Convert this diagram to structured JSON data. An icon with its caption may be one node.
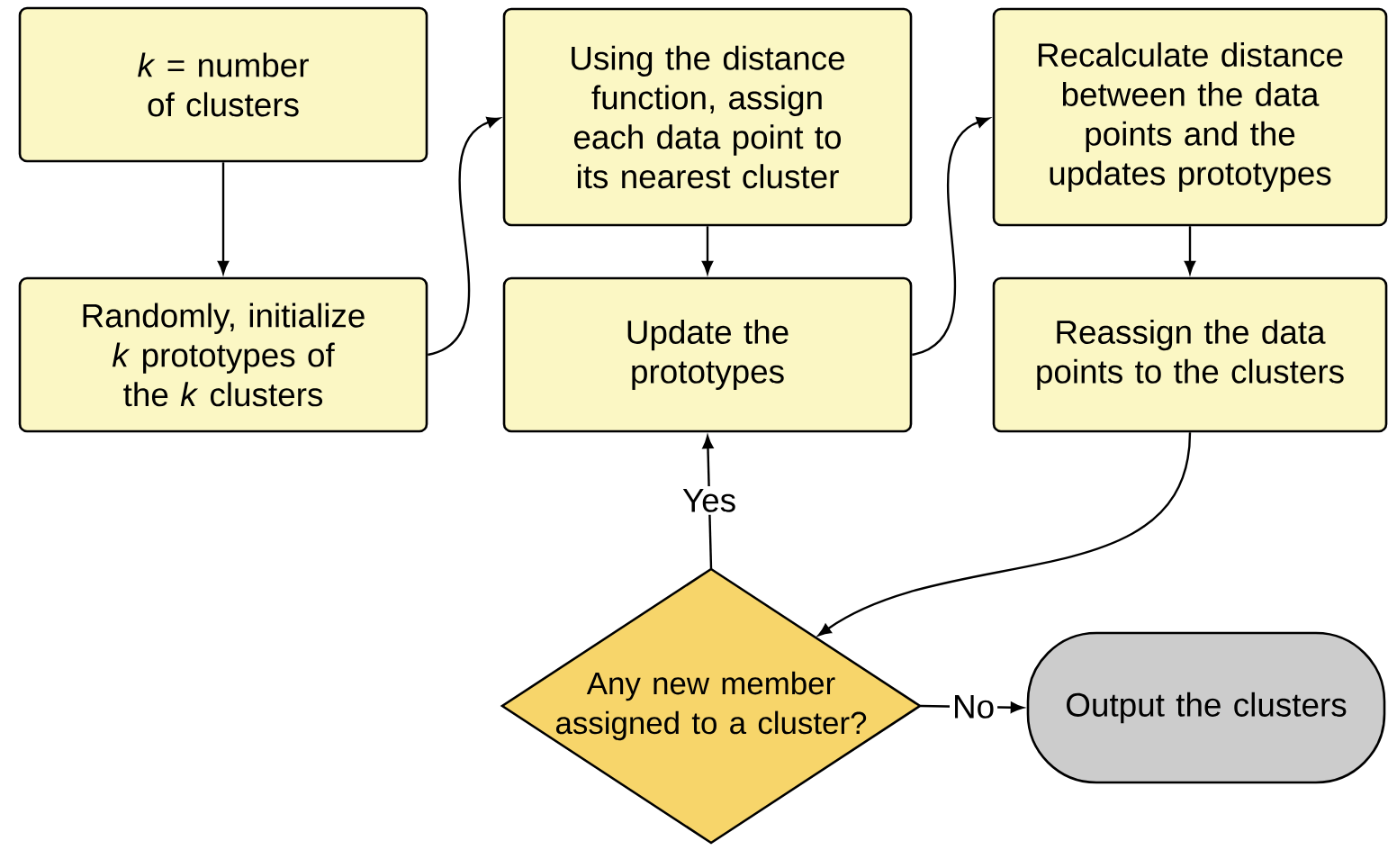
{
  "diagram": {
    "nodes": [
      {
        "text": [
          "*k* = number of clusters"
        ]
      },
      {
        "text": [
          "Randomly, initialize *k* prototypes of the *k* clusters"
        ]
      },
      {
        "text": [
          "Using the distance function, assign each data point to its nearest cluster"
        ]
      },
      {
        "text": [
          "Update the prototypes"
        ]
      },
      {
        "text": [
          "Recalculate distance between the data points and the updates prototypes"
        ]
      },
      {
        "text": [
          "Reassign the data points to the clusters"
        ]
      },
      {
        "text": [
          "Any new member assigned to a cluster?"
        ]
      },
      {
        "text": [
          "Output the clusters"
        ]
      }
    ],
    "edges": [
      {
        "from": 0,
        "to": 1,
        "arrow": "to"
      },
      {
        "from": 1,
        "to": 2,
        "arrow": "to"
      },
      {
        "from": 2,
        "to": 3,
        "arrow": "to"
      },
      {
        "from": 3,
        "to": 4,
        "arrow": "to"
      },
      {
        "from": 4,
        "to": 5,
        "arrow": "to"
      },
      {
        "from": 5,
        "to": 6,
        "arrow": "to"
      },
      {
        "from": 6,
        "to": 3,
        "arrow": "to",
        "label": "Yes"
      },
      {
        "from": 6,
        "to": 7,
        "arrow": "to",
        "label": "No"
      }
    ]
  }
}
